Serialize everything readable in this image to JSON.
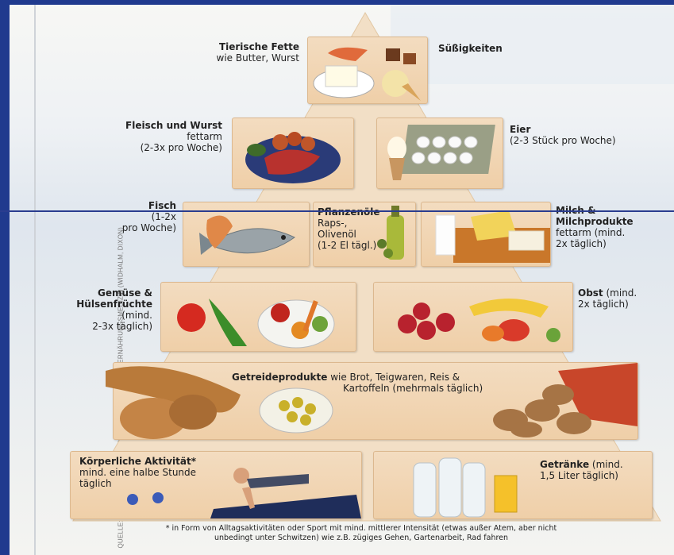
{
  "pyramid": {
    "tier1": {
      "left": {
        "title": "Tierische Fette",
        "sub": "wie Butter, Wurst"
      },
      "right": {
        "title": "Süßigkeiten"
      }
    },
    "tier2": {
      "left": {
        "title": "Fleisch und Wurst",
        "sub1": "fettarm",
        "sub2": "(2-3x pro Woche)"
      },
      "right": {
        "title": "Eier",
        "sub": "(2-3 Stück pro Woche)"
      }
    },
    "tier3": {
      "left": {
        "title": "Fisch",
        "sub1": "(1-2x",
        "sub2": "pro Woche)"
      },
      "middle": {
        "title": "Pflanzenöle",
        "sub1": "Raps-,",
        "sub2": "Olivenöl",
        "sub3": "(1-2 El tägl.)"
      },
      "right": {
        "title": "Milch &",
        "title2": "Milchprodukte",
        "sub1": "fettarm (mind.",
        "sub2": "2x täglich)"
      }
    },
    "tier4": {
      "left": {
        "title": "Gemüse &",
        "title2": "Hülsenfrüchte",
        "sub1": "(mind.",
        "sub2": "2-3x täglich)"
      },
      "right": {
        "title": "Obst",
        "sub": " (mind.",
        "sub2": "2x täglich)"
      }
    },
    "tier5": {
      "title": "Getreideprodukte",
      "sub": " wie Brot, Teigwaren, Reis &",
      "sub2": "Kartoffeln (mehrmals täglich)"
    },
    "tier6": {
      "left": {
        "title": "Körperliche Aktivität*",
        "sub1": "mind. eine halbe Stunde",
        "sub2": "täglich"
      },
      "right": {
        "title": "Getränke",
        "sub": " (mind.",
        "sub2": "1,5 Liter täglich)"
      }
    }
  },
  "footnote": {
    "line1": "* in Form von Alltagsaktivitäten oder Sport mit mind. mittlerer Intensität (etwas außer Atem, aber nicht",
    "line2": "unbedingt unter Schwitzen) wie z.B. zügiges Gehen, Gartenarbeit, Rad fahren"
  },
  "credit": "QUELLE: MEDIZINISCHE UNIVERSITÄT WIEN, ABTEILUNG ERNÄHRUNGSMEDIZIN (WIDHALM, DIXON)",
  "colors": {
    "frame": "#203a8e",
    "panel": "#f0d2ad",
    "pyramid": "#f2dfc6"
  }
}
